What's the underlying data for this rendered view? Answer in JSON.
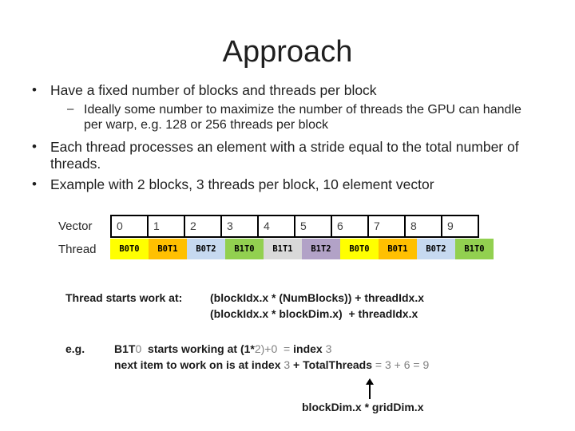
{
  "slide": {
    "title": "Approach"
  },
  "bullets": {
    "marker_level1": "•",
    "marker_level2": "–",
    "b1": "Have a fixed number of blocks and threads per block",
    "sub1": "Ideally some number to maximize the number of threads the GPU can handle per warp, e.g. 128 or 256 threads per block",
    "b2": "Each thread processes an element with a stride equal to the total number of threads.",
    "b3": "Example with 2 blocks, 3 threads per block, 10 element vector"
  },
  "table": {
    "vector_label": "Vector",
    "thread_label": "Thread",
    "vector_cells": [
      "0",
      "1",
      "2",
      "3",
      "4",
      "5",
      "6",
      "7",
      "8",
      "9"
    ],
    "thread_cells": [
      {
        "label": "B0T0",
        "color": "#FFFF00"
      },
      {
        "label": "B0T1",
        "color": "#FFC000"
      },
      {
        "label": "B0T2",
        "color": "#C6D9F0"
      },
      {
        "label": "B1T0",
        "color": "#92D050"
      },
      {
        "label": "B1T1",
        "color": "#D9D9D9"
      },
      {
        "label": "B1T2",
        "color": "#B2A2C7"
      },
      {
        "label": "B0T0",
        "color": "#FFFF00"
      },
      {
        "label": "B0T1",
        "color": "#FFC000"
      },
      {
        "label": "B0T2",
        "color": "#C6D9F0"
      },
      {
        "label": "B1T0",
        "color": "#92D050"
      }
    ]
  },
  "formulas": {
    "lead": "Thread starts work at:",
    "line1": "(blockIdx.x * (NumBlocks)) + threadIdx.x",
    "line2": "(blockIdx.x * blockDim.x)  + threadIdx.x"
  },
  "example": {
    "label": "e.g.",
    "line1_parts": {
      "p0": "B1T",
      "p1": "0",
      "p2": "  starts working at (1*",
      "p3": "2)+0",
      "p4": "  = ",
      "p5": "index ",
      "p6": "3"
    },
    "line2_parts": {
      "p0": "next item to work on is at index ",
      "p1": "3",
      "p2": " + ",
      "p3": "TotalThreads",
      "p4": " = 3 + 6 = 9"
    },
    "arrow_note": "blockDim.x * gridDim.x"
  },
  "colors": {
    "text": "#1f1f1f",
    "muted_number": "#808080",
    "cell_yellow": "#FFFF00",
    "cell_orange": "#FFC000",
    "cell_blue": "#C6D9F0",
    "cell_green": "#92D050",
    "cell_gray": "#D9D9D9",
    "cell_purple": "#B2A2C7"
  }
}
